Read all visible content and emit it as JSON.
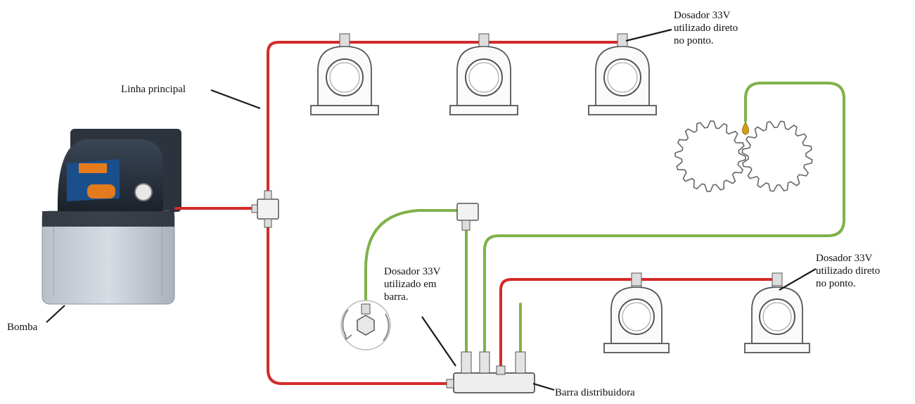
{
  "labels": {
    "bomba": "Bomba",
    "linha_principal": "Linha principal",
    "dosador_top": [
      "Dosador 33V",
      "utilizado direto",
      "no ponto."
    ],
    "dosador_barra": [
      "Dosador 33V",
      "utilizado em",
      "barra."
    ],
    "dosador_right": [
      "Dosador 33V",
      "utilizado direto",
      "no ponto."
    ],
    "barra_distribuidora": "Barra distribuidora"
  },
  "colors": {
    "main_line": "#d42a2a",
    "secondary_line": "#7fb24a",
    "outline": "#555555",
    "leader": "#1a1a1a"
  },
  "icons": [
    "lubrication-pump",
    "pillow-block-bearing",
    "gear-pair",
    "rotating-shaft",
    "t-junction",
    "distributor-bar"
  ]
}
